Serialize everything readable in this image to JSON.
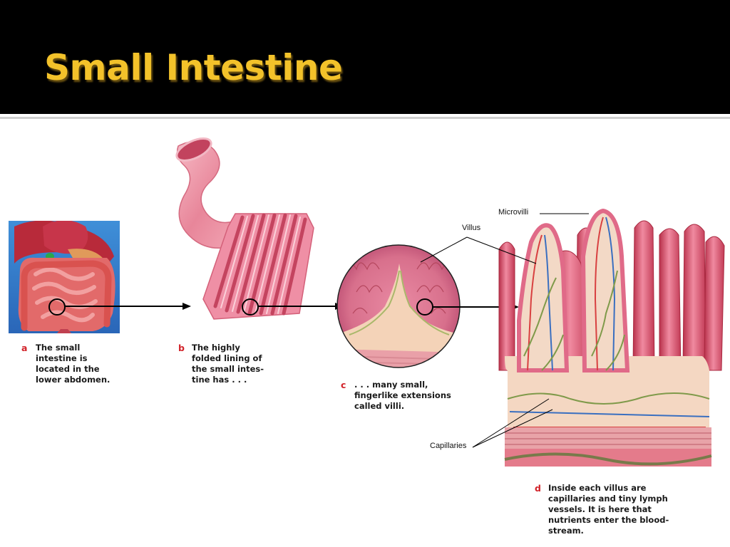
{
  "slide": {
    "title": "Small Intestine",
    "accent_color": "#f3c22a",
    "header_background": "#000000"
  },
  "captions": [
    {
      "letter": "a",
      "text": "The small\nintestine is\nlocated in the\nlower abdomen."
    },
    {
      "letter": "b",
      "text": "The highly\nfolded lining of\nthe small intes-\ntine has . . ."
    },
    {
      "letter": "c",
      "text": ". . . many small,\nfingerlike extensions\ncalled villi."
    },
    {
      "letter": "d",
      "text": "Inside each villus are\ncapillaries and tiny lymph\nvessels. It is here that\nnutrients enter the blood-\nstream."
    }
  ],
  "labels": {
    "microvilli": "Microvilli",
    "villus": "Villus",
    "capillaries": "Capillaries"
  }
}
